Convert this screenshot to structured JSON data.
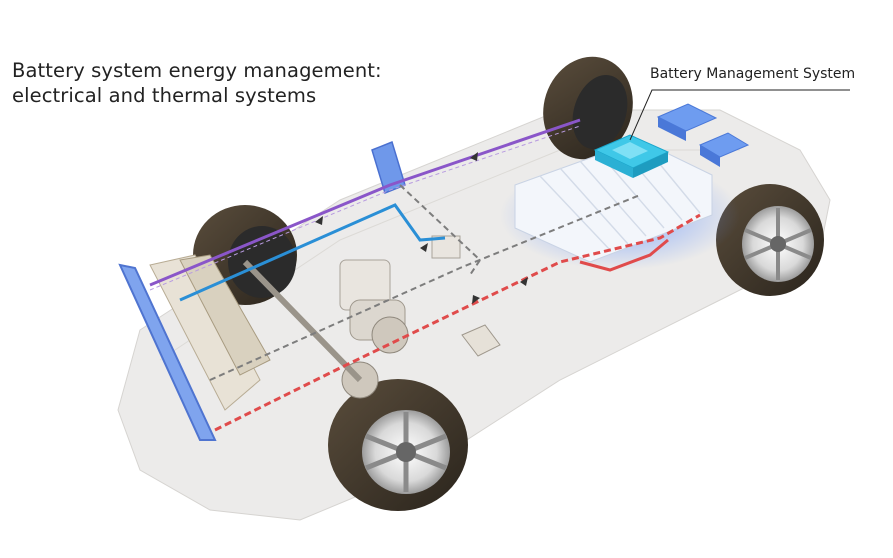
{
  "title": {
    "line1": "Battery system energy management:",
    "line2": "electrical and thermal systems"
  },
  "callout": {
    "label": "Battery Management System"
  },
  "colors": {
    "cooling_blue": "#2a8fd6",
    "electric_purple": "#8a56c9",
    "heating_red": "#e04b4b",
    "signal_gray": "#7d7d7d",
    "bms_cyan": "#3fc8e8",
    "battery_glow": "#6aa0ff",
    "chassis": "#ecebea",
    "tire": "#3b3328"
  }
}
